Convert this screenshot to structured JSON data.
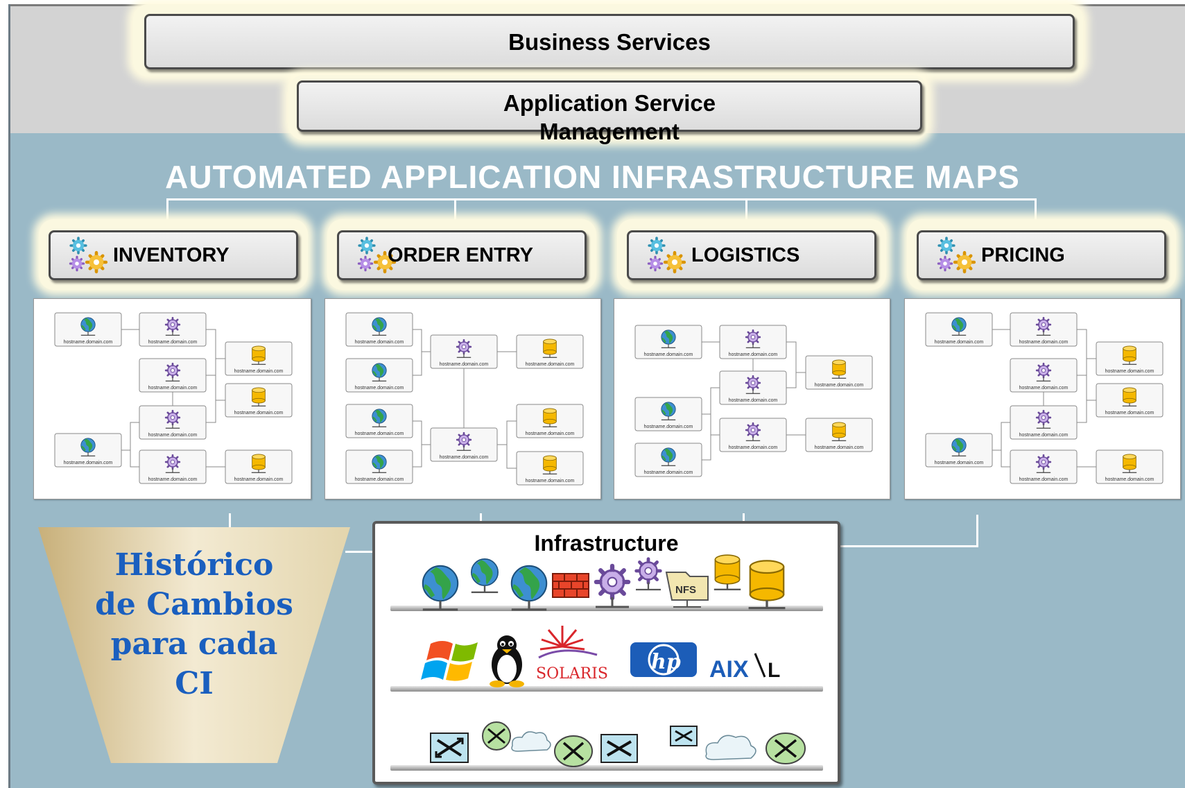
{
  "header": {
    "business_services": "Business Services",
    "application_service_management": "Application Service Management"
  },
  "maps_title": "AUTOMATED APPLICATION INFRASTRUCTURE MAPS",
  "applications": [
    {
      "label": "INVENTORY"
    },
    {
      "label": "ORDER ENTRY"
    },
    {
      "label": "LOGISTICS"
    },
    {
      "label": "PRICING"
    }
  ],
  "node_label": "hostname.domain.com",
  "history": {
    "lines": [
      "Histórico",
      "de Cambios",
      "para cada",
      "CI"
    ]
  },
  "infrastructure": {
    "title": "Infrastructure",
    "nfs_label": "NFS",
    "os_logos": [
      "windows-logo",
      "linux-tux-logo",
      "solaris-logo",
      "hp-logo",
      "aix-logo"
    ],
    "solaris_text": "SOLARIS",
    "hp_text": "hp",
    "aix_text": "AIX",
    "aix_l": "L"
  },
  "colors": {
    "top_band": "#d3d3d3",
    "main_band": "#9ab9c7",
    "history_text": "#1a5fbf",
    "title_text": "#ffffff"
  }
}
